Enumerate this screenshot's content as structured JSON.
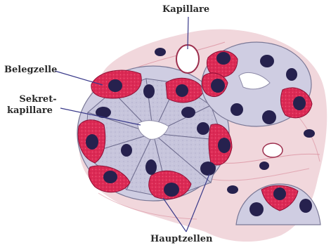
{
  "labels": {
    "kapillare": "Kapillare",
    "belegzelle": "Belegzelle",
    "sekret_line1": "Sekret-",
    "sekret_line2": "kapillare",
    "hauptzellen": "Hauptzellen"
  },
  "colors": {
    "stroma": "#f1d7dc",
    "stroma_fiber": "#d37a8c",
    "chief_cell": "#c7c5dc",
    "parietal_cell": "#d8234f",
    "nucleus": "#26214e",
    "lumen": "#ffffff",
    "leader_line": "#3a3a8a"
  }
}
